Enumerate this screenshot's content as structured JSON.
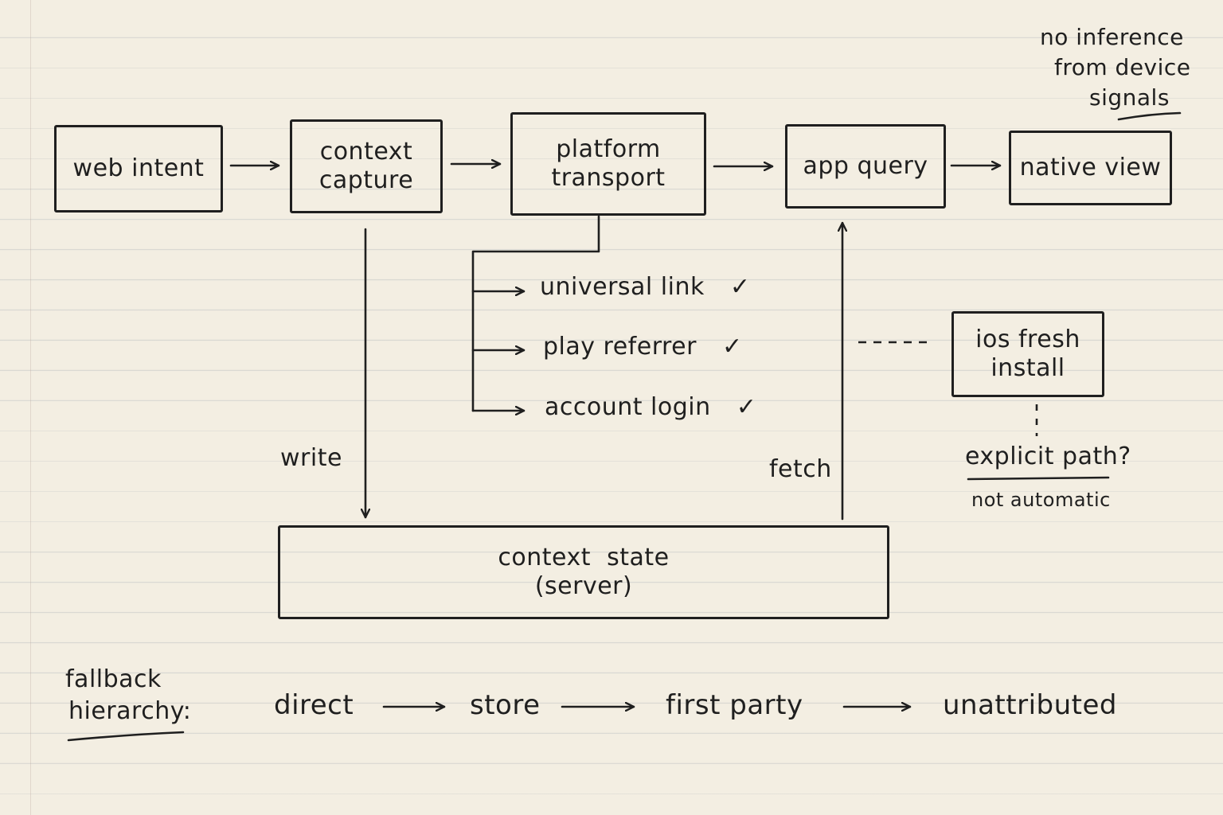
{
  "flow": {
    "web_intent": "web intent",
    "context_capture": [
      "context",
      "capture"
    ],
    "platform_transport": [
      "platform",
      "transport"
    ],
    "app_query": "app query",
    "native_view": "native view"
  },
  "transports": [
    {
      "label": "universal link",
      "mark": "✓"
    },
    {
      "label": "play referrer",
      "mark": "✓"
    },
    {
      "label": "account login",
      "mark": "✓"
    }
  ],
  "context_state": [
    "context  state",
    "(server)"
  ],
  "edges": {
    "write": "write",
    "fetch": "fetch"
  },
  "ios_box": [
    "ios fresh",
    "install"
  ],
  "ios_note": {
    "question": "explicit path?",
    "sub": "not automatic"
  },
  "top_note": [
    "no inference",
    "from device",
    "signals"
  ],
  "fallback": {
    "title": [
      "fallback",
      "hierarchy:"
    ],
    "steps": [
      "direct",
      "store",
      "first party",
      "unattributed"
    ]
  },
  "colors": {
    "paper": "#f3eee2",
    "ink": "#1f1f1f",
    "rule": "#9aa0aa"
  }
}
